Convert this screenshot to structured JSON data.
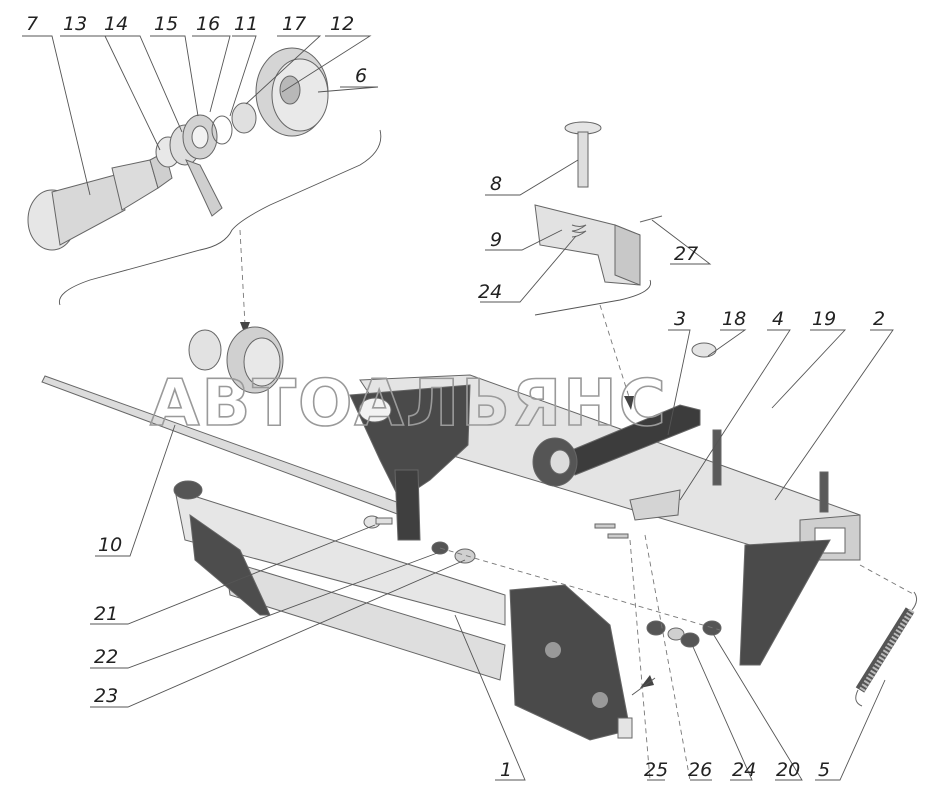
{
  "watermark": "АВТОАЛЬЯНС",
  "callouts": {
    "c1": "1",
    "c2": "2",
    "c3": "3",
    "c4": "4",
    "c5": "5",
    "c6": "6",
    "c7": "7",
    "c8": "8",
    "c9": "9",
    "c10": "10",
    "c11": "11",
    "c12": "12",
    "c13": "13",
    "c14": "14",
    "c15": "15",
    "c16": "16",
    "c17": "17",
    "c18": "18",
    "c19": "19",
    "c20": "20",
    "c21": "21",
    "c22": "22",
    "c23": "23",
    "c24a": "24",
    "c24b": "24",
    "c25": "25",
    "c26": "26",
    "c27": "27"
  },
  "colors": {
    "part_fill": "#e6e6e6",
    "part_dark": "#555555",
    "part_shade": "#b8b8b8",
    "line": "#555555"
  }
}
